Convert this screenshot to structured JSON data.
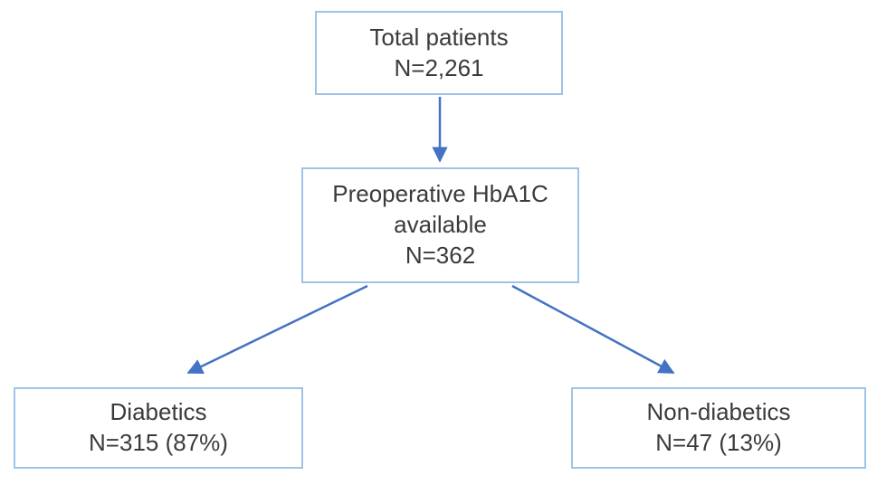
{
  "diagram": {
    "type": "flowchart",
    "colors": {
      "background": "#ffffff",
      "box_border": "#9dc3e6",
      "box_fill": "#ffffff",
      "arrow": "#4472c4",
      "text": "#3b3b3b"
    },
    "nodes": [
      {
        "id": "total-patients",
        "lines": [
          "Total patients",
          "N=2,261"
        ]
      },
      {
        "id": "hba1c-available",
        "lines": [
          "Preoperative HbA1C",
          "available",
          "N=362"
        ]
      },
      {
        "id": "diabetics",
        "lines": [
          "Diabetics",
          "N=315 (87%)"
        ]
      },
      {
        "id": "non-diabetics",
        "lines": [
          "Non-diabetics",
          "N=47 (13%)"
        ]
      }
    ],
    "edges": [
      {
        "from": "total-patients",
        "to": "hba1c-available"
      },
      {
        "from": "hba1c-available",
        "to": "diabetics"
      },
      {
        "from": "hba1c-available",
        "to": "non-diabetics"
      }
    ]
  }
}
